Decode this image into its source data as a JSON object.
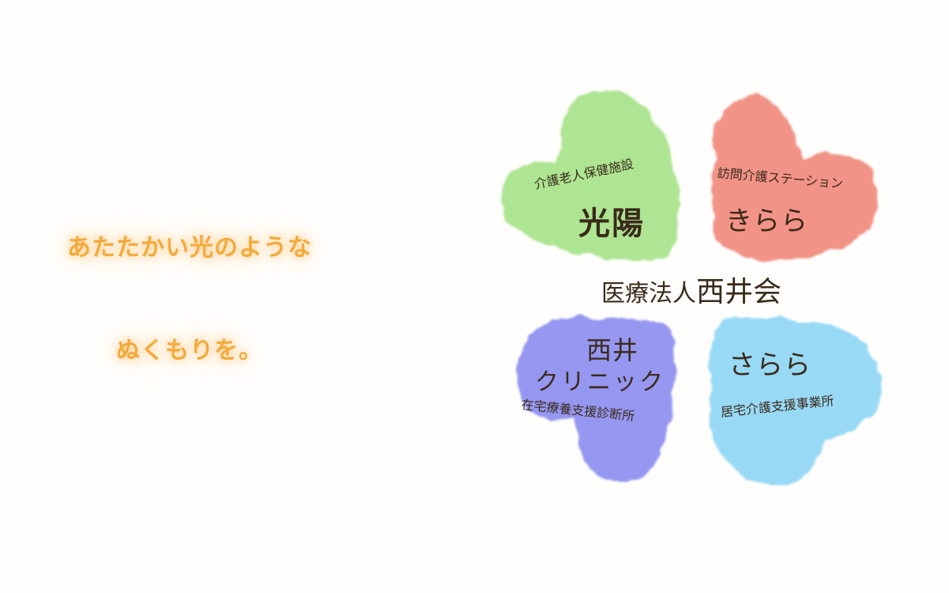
{
  "slogan": {
    "line1": "あたたかい光のような",
    "line2": "ぬくもりを。"
  },
  "organization": {
    "prefix": "医療法人",
    "name": "西井会"
  },
  "leaves": {
    "koyo": {
      "subtitle": "介護老人保健施設",
      "name": "光陽",
      "color": "#a7e38a"
    },
    "kirara": {
      "subtitle": "訪問介護ステーション",
      "name": "きらら",
      "color": "#f08a7c"
    },
    "nishii": {
      "name_line1": "西井",
      "name_line2": "クリニック",
      "subtitle": "在宅療養支援診断所",
      "color": "#8c8ef0"
    },
    "sarara": {
      "name": "さらら",
      "subtitle": "居宅介護支援事業所",
      "color": "#8fd6f4"
    }
  }
}
